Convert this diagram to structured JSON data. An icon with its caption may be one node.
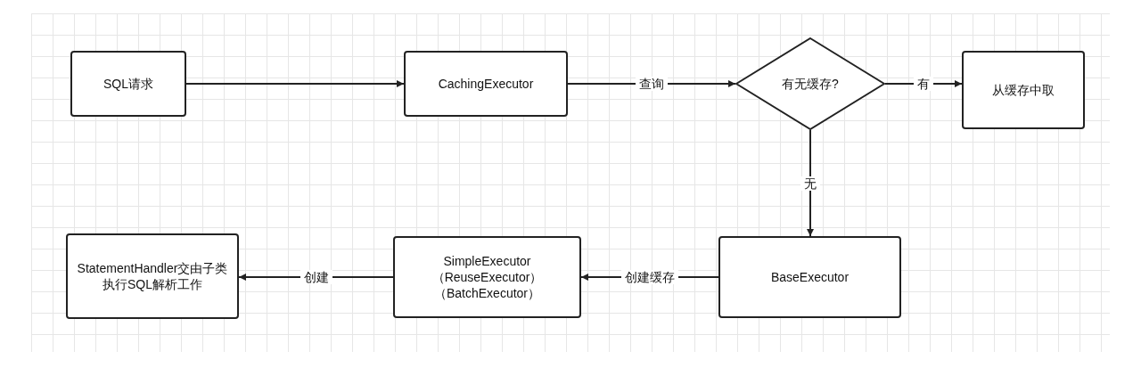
{
  "diagram": {
    "nodes": [
      {
        "text": [
          "SQL请求"
        ]
      },
      {
        "text": [
          "CachingExecutor"
        ]
      },
      {
        "text": [
          "有无缓存?"
        ]
      },
      {
        "text": [
          "从缓存中取"
        ]
      },
      {
        "text": [
          "BaseExecutor"
        ]
      },
      {
        "text": [
          "SimpleExecutor",
          "（ReuseExecutor）",
          "（BatchExecutor）"
        ]
      },
      {
        "text": [
          "StatementHandler交由子类执行SQL解析工作"
        ]
      }
    ],
    "edges": [
      {
        "from": 0,
        "to": 1,
        "arrow": "to"
      },
      {
        "from": 1,
        "to": 2,
        "arrow": "to",
        "label": "查询"
      },
      {
        "from": 2,
        "to": 3,
        "arrow": "to",
        "label": "有"
      },
      {
        "from": 2,
        "to": 4,
        "arrow": "to",
        "label": "无"
      },
      {
        "from": 4,
        "to": 5,
        "arrow": "to",
        "label": "创建缓存"
      },
      {
        "from": 5,
        "to": 6,
        "arrow": "to",
        "label": "创建"
      }
    ]
  }
}
